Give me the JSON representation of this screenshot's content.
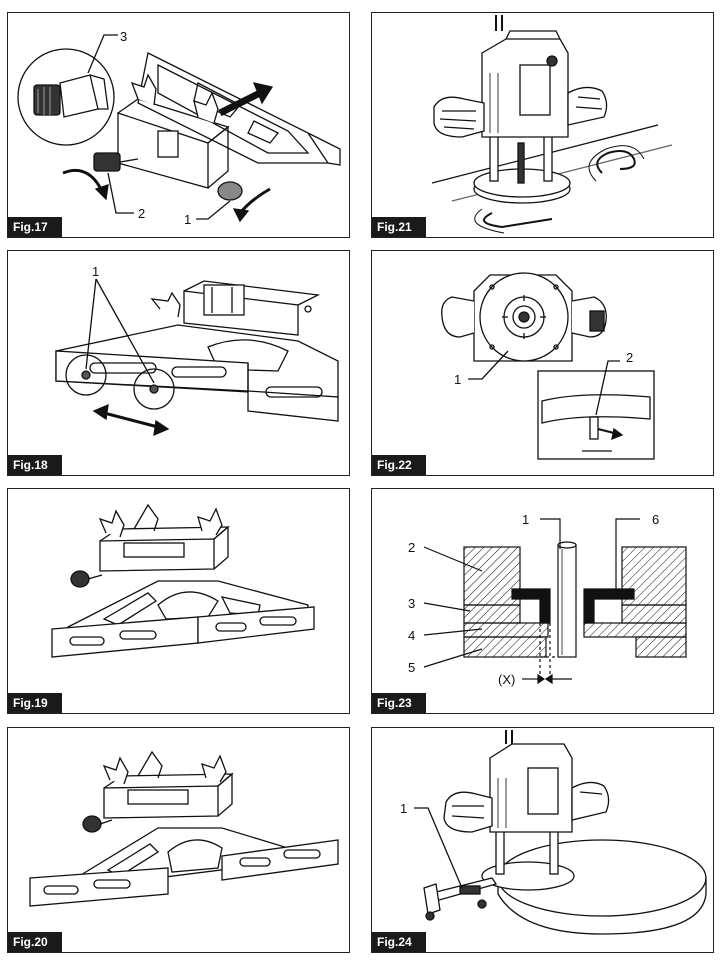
{
  "figures": [
    {
      "label": "Fig.17",
      "callouts": [
        "3",
        "2",
        "1"
      ]
    },
    {
      "label": "Fig.21",
      "callouts": []
    },
    {
      "label": "Fig.18",
      "callouts": [
        "1"
      ]
    },
    {
      "label": "Fig.22",
      "callouts": [
        "1",
        "2"
      ]
    },
    {
      "label": "Fig.19",
      "callouts": []
    },
    {
      "label": "Fig.23",
      "callouts": [
        "1",
        "6",
        "2",
        "3",
        "4",
        "5",
        "(X)"
      ]
    },
    {
      "label": "Fig.20",
      "callouts": []
    },
    {
      "label": "Fig.24",
      "callouts": [
        "1"
      ]
    }
  ]
}
